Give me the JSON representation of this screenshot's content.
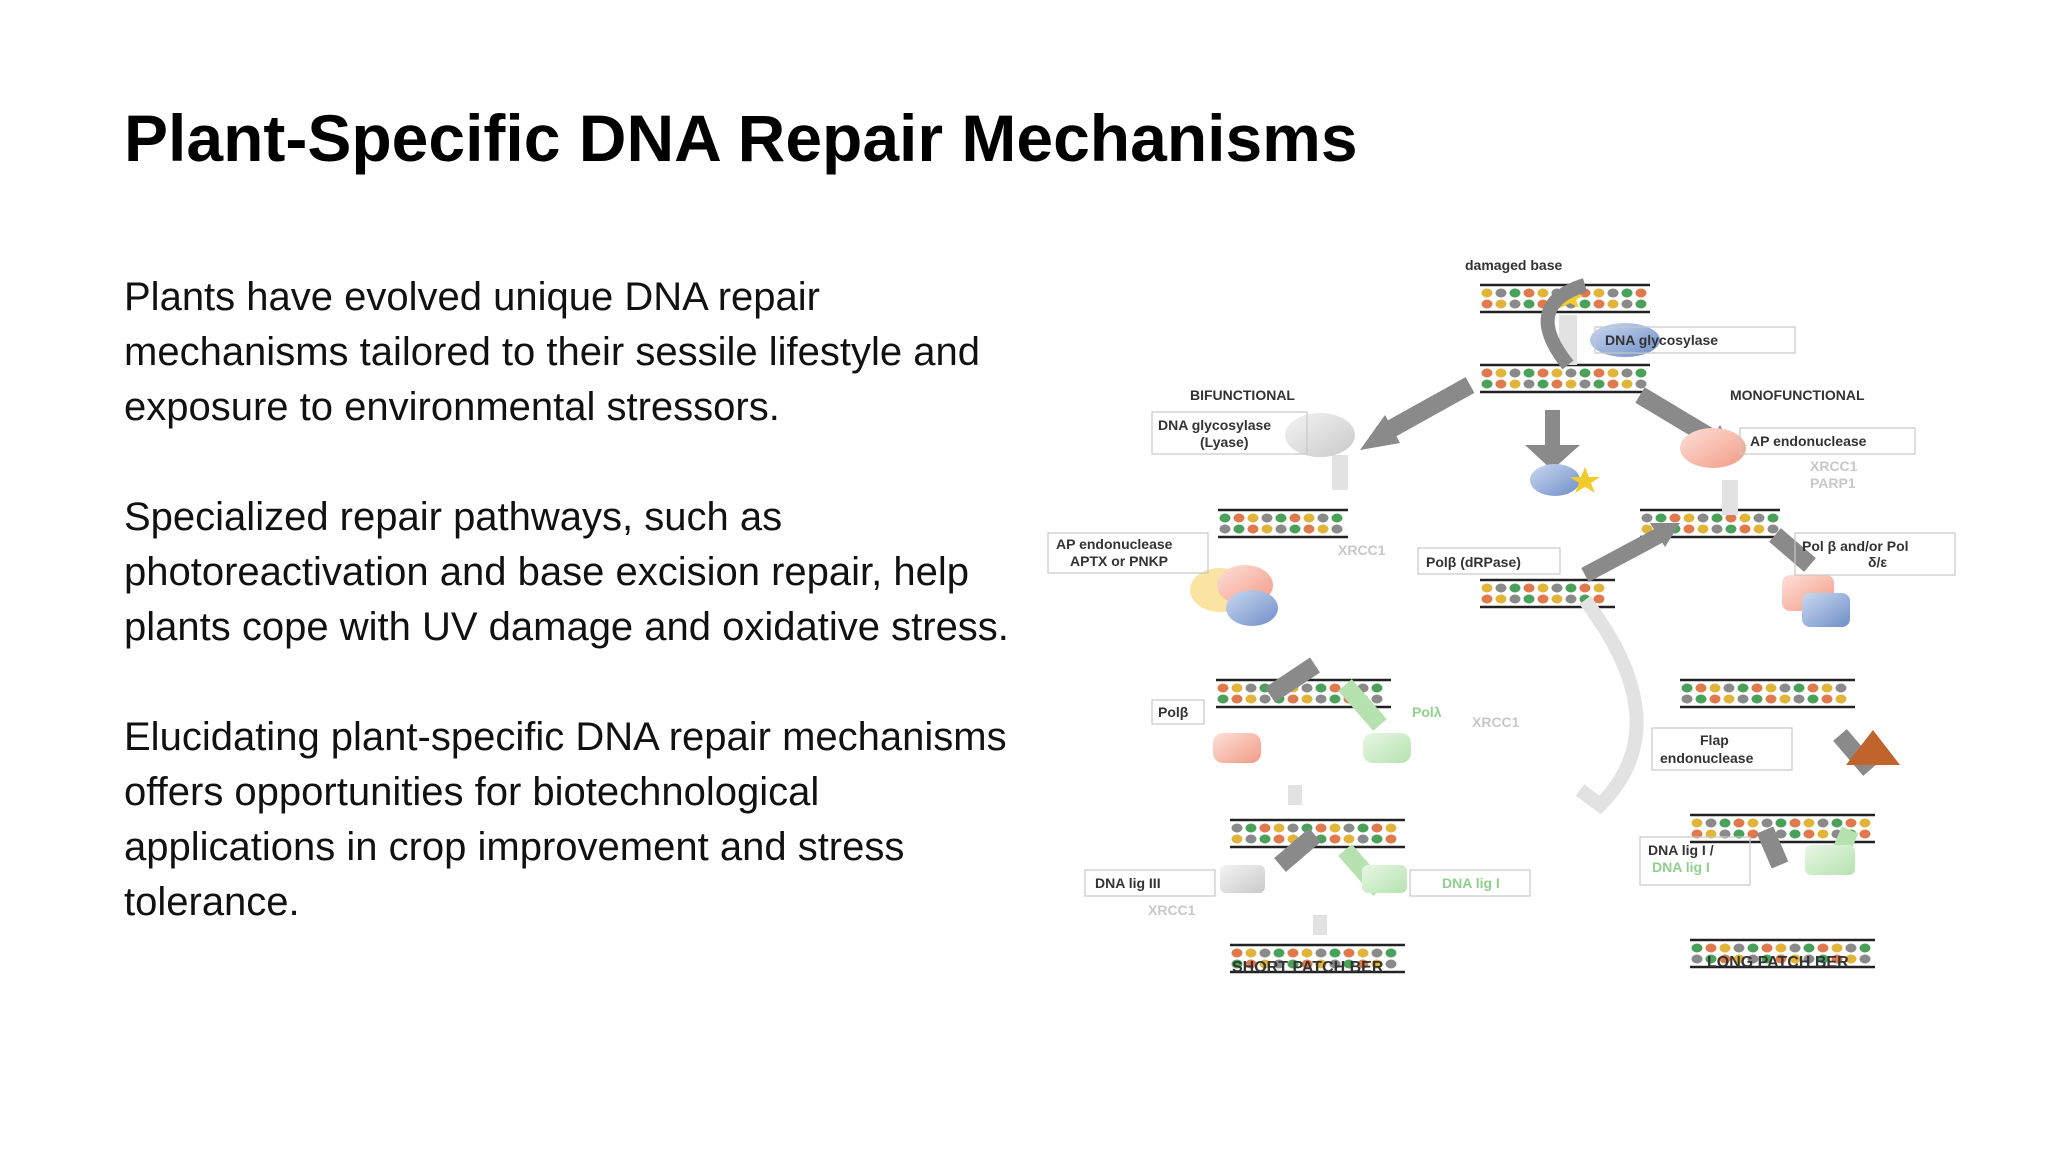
{
  "slide": {
    "title": "Plant-Specific DNA Repair Mechanisms",
    "paragraphs": [
      "Plants have evolved unique DNA repair mechanisms tailored to their sessile lifestyle and exposure to environmental stressors.",
      "Specialized repair pathways, such as photoreactivation and base excision repair, help plants cope with UV damage and oxidative stress.",
      "Elucidating plant-specific DNA repair mechanisms offers opportunities for biotechnological applications in crop improvement and stress tolerance."
    ]
  },
  "diagram": {
    "labels": {
      "damaged_base": "damaged base",
      "dna_glycosylase": "DNA glycosylase",
      "bifunctional": "BIFUNCTIONAL",
      "monofunctional": "MONOFUNCTIONAL",
      "glycosylase_lyase_1": "DNA glycosylase",
      "glycosylase_lyase_2": "(Lyase)",
      "ap_endonuclease_right": "AP endonuclease",
      "xrcc1_right": "XRCC1",
      "parp1": "PARP1",
      "ap_endo_left_1": "AP endonuclease",
      "ap_endo_left_2": "APTX or PNKP",
      "xrcc1_upper": "XRCC1",
      "polb_drpase": "Polβ (dRPase)",
      "pol_b_or_1": "Pol β and/or Pol",
      "pol_b_or_2": "δ/ε",
      "polb_left": "Polβ",
      "pol_lambda": "Polλ",
      "xrcc1_middle": "XRCC1",
      "flap_1": "Flap",
      "flap_2": "endonuclease",
      "dna_lig_iii": "DNA lig III",
      "dna_lig_i_left": "DNA lig I",
      "xrcc1_lower": "XRCC1",
      "dna_lig_i_right_1": "DNA lig I /",
      "dna_lig_i_right_2": "DNA lig I",
      "short_patch": "SHORT PATCH BER",
      "long_patch": "LONG PATCH BER"
    }
  }
}
